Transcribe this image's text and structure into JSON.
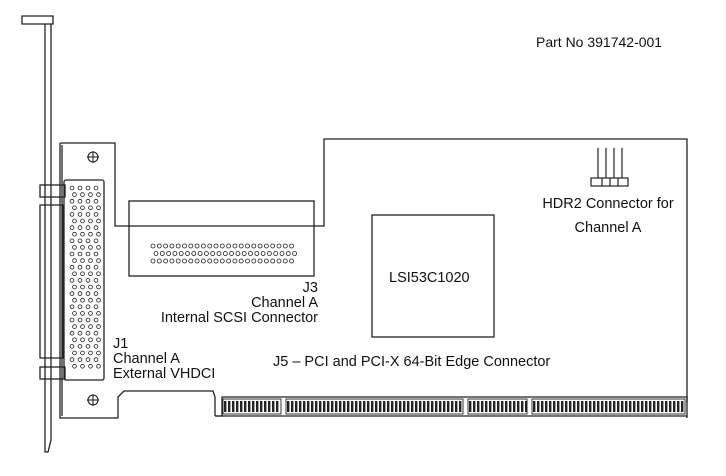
{
  "part_number": "Part No 391742-001",
  "chip": {
    "label": "LSI53C1020"
  },
  "hdr2": {
    "line1": "HDR2 Connector for",
    "line2": "Channel A"
  },
  "j3": {
    "line1": "J3",
    "line2": "Channel A",
    "line3": "Internal SCSI Connector"
  },
  "j1": {
    "line1": "J1",
    "line2": "Channel A",
    "line3": "External VHDCI"
  },
  "j5": {
    "label": "J5 – PCI and PCI-X 64-Bit Edge Connector"
  },
  "colors": {
    "line": "#222222",
    "background": "#ffffff"
  }
}
